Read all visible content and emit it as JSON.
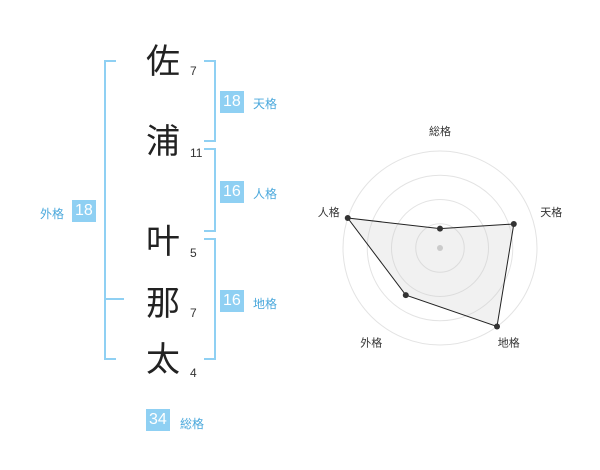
{
  "name_chars": [
    {
      "char": "佐",
      "strokes": "7"
    },
    {
      "char": "浦",
      "strokes": "11"
    },
    {
      "char": "叶",
      "strokes": "5"
    },
    {
      "char": "那",
      "strokes": "7"
    },
    {
      "char": "太",
      "strokes": "4"
    }
  ],
  "fortune": {
    "tenkaku": {
      "value": "18",
      "label": "天格"
    },
    "jinkaku": {
      "value": "16",
      "label": "人格"
    },
    "chikaku": {
      "value": "16",
      "label": "地格"
    },
    "gaikaku": {
      "value": "18",
      "label": "外格"
    },
    "soukaku": {
      "value": "34",
      "label": "総格"
    }
  },
  "colors": {
    "accent": "#8fd0f3",
    "accent_text": "#4aa8dc"
  },
  "chart_data": {
    "type": "radar",
    "axes": [
      "総格",
      "天格",
      "地格",
      "外格",
      "人格"
    ],
    "values": [
      1,
      4,
      5,
      3,
      5
    ],
    "max": 5,
    "rings": 4
  }
}
